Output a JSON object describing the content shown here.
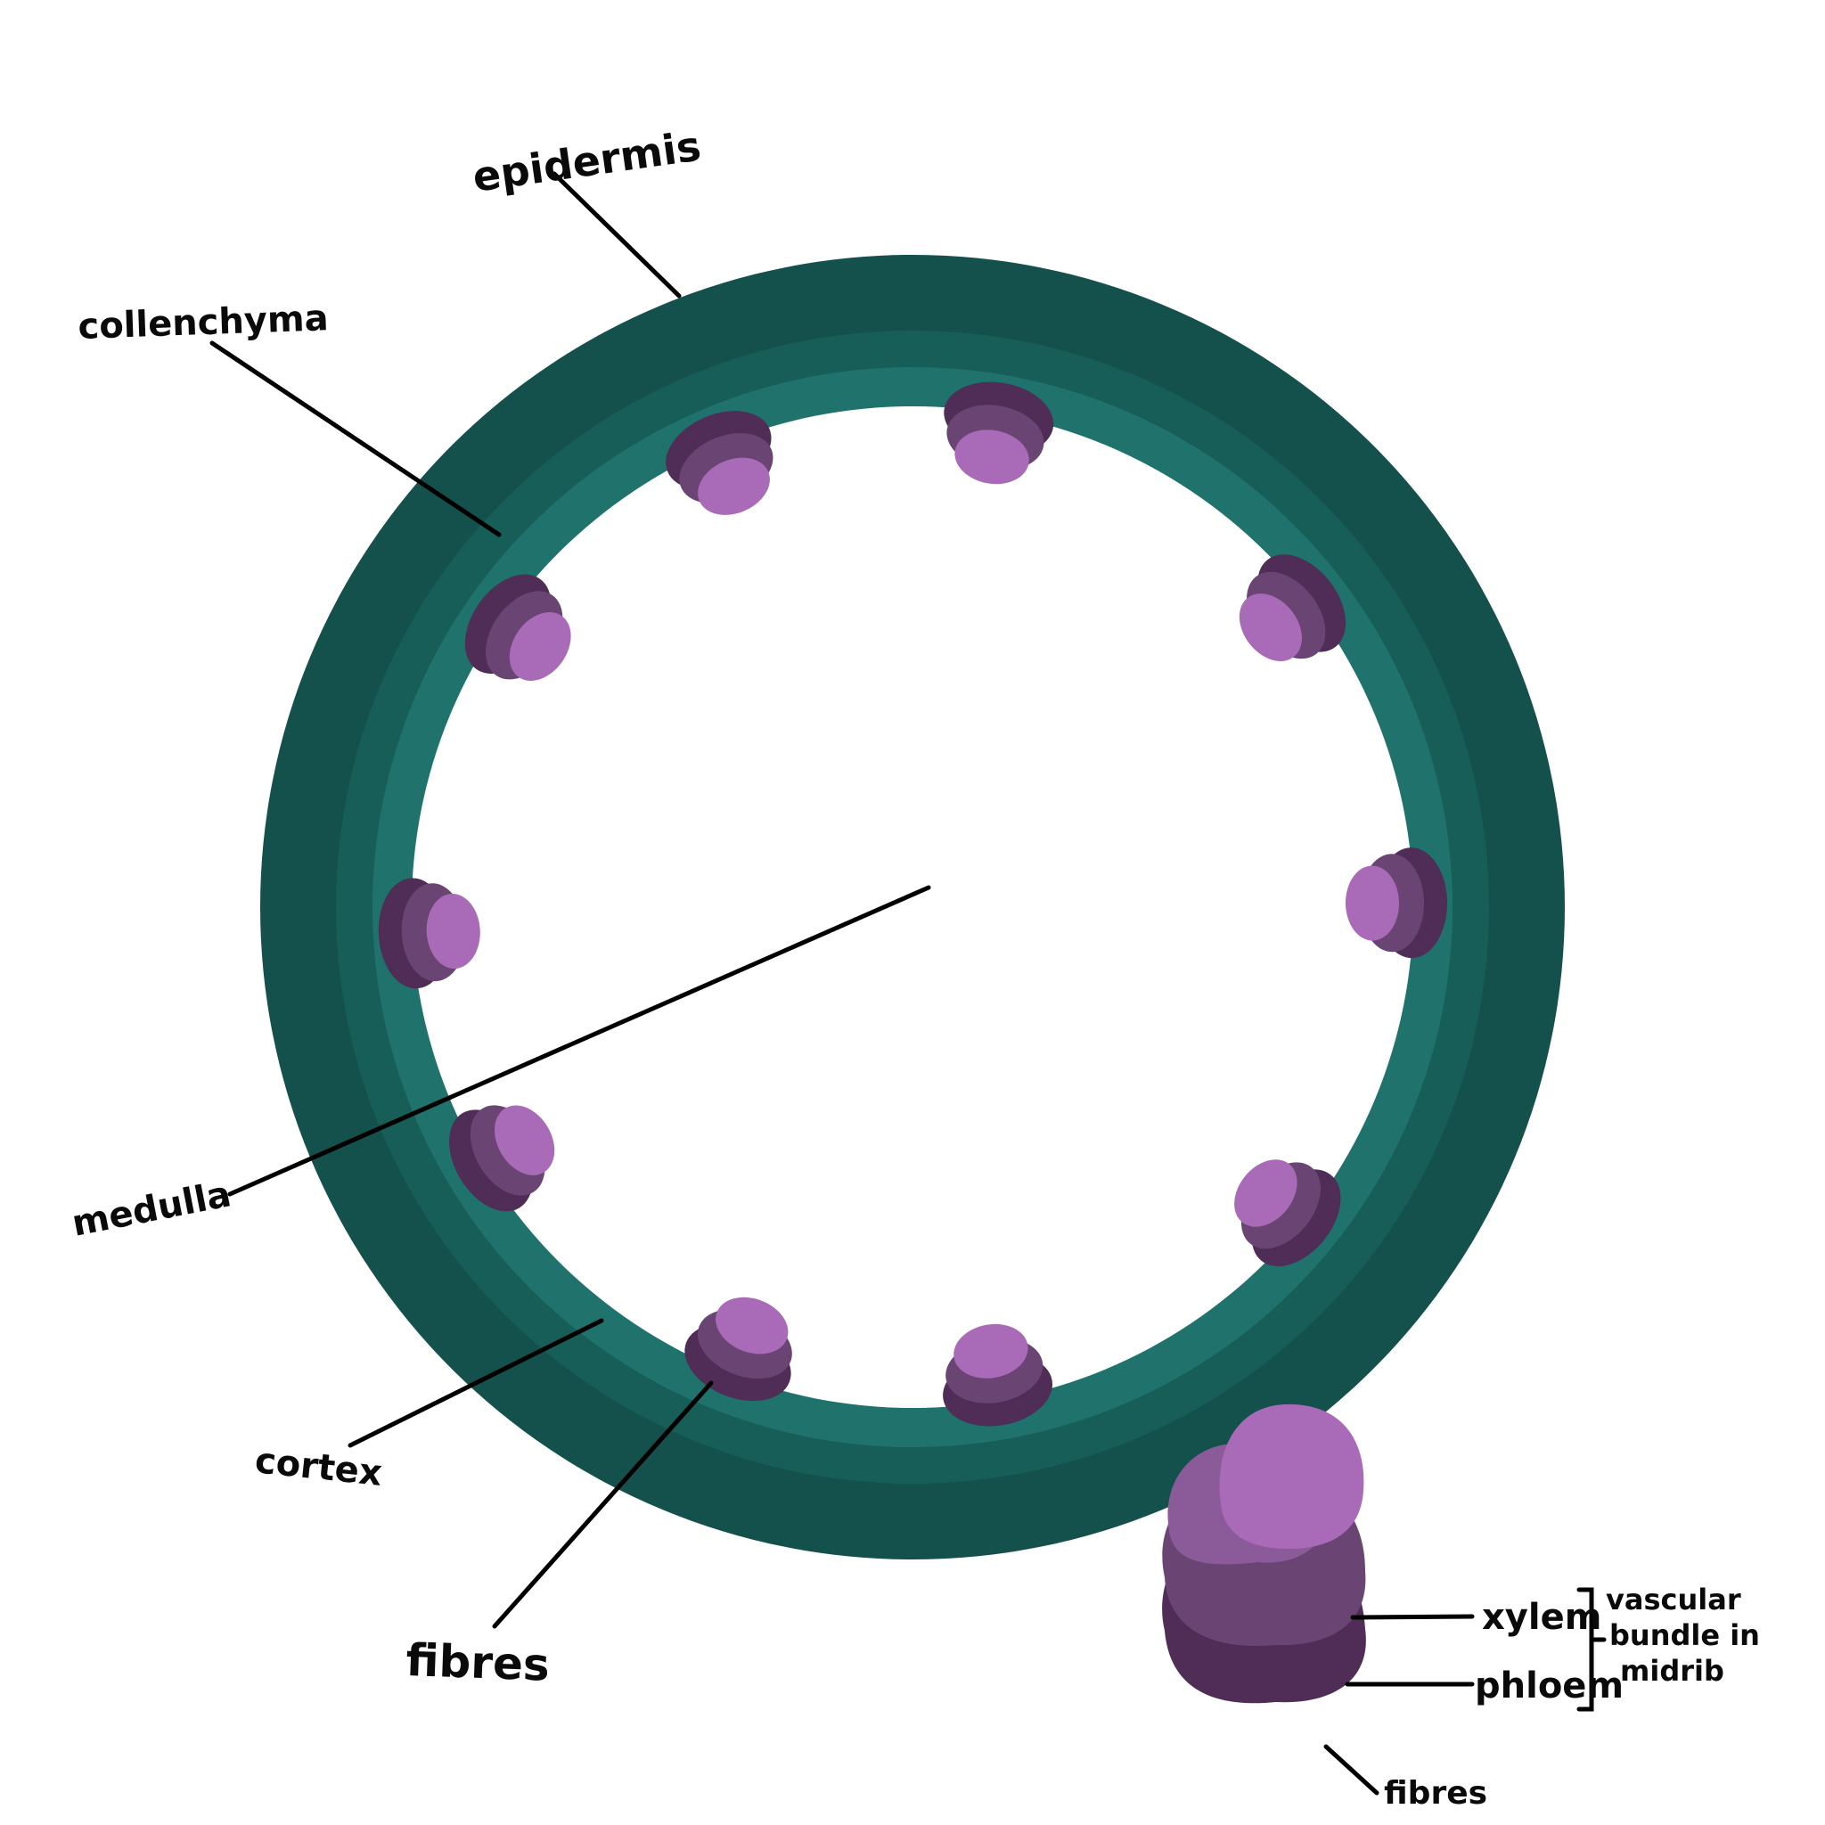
{
  "labels": {
    "epidermis": "epidermis",
    "collenchyma": "collenchyma",
    "medulla": "medulla",
    "cortex": "cortex",
    "fibres": "fibres"
  },
  "legend": {
    "xylem": "xylem",
    "phloem": "phloem",
    "fibres": "fibres",
    "group_label": [
      "vascular",
      "bundle in",
      "midrib"
    ]
  },
  "colors": {
    "epidermis": "#14504c",
    "collenchyma": "#175e58",
    "cortex": "#1f736c",
    "medulla": "#ffffff",
    "xylem": "#a96ab8",
    "phloem": "#6a4574",
    "fibres": "#4f2d56"
  }
}
